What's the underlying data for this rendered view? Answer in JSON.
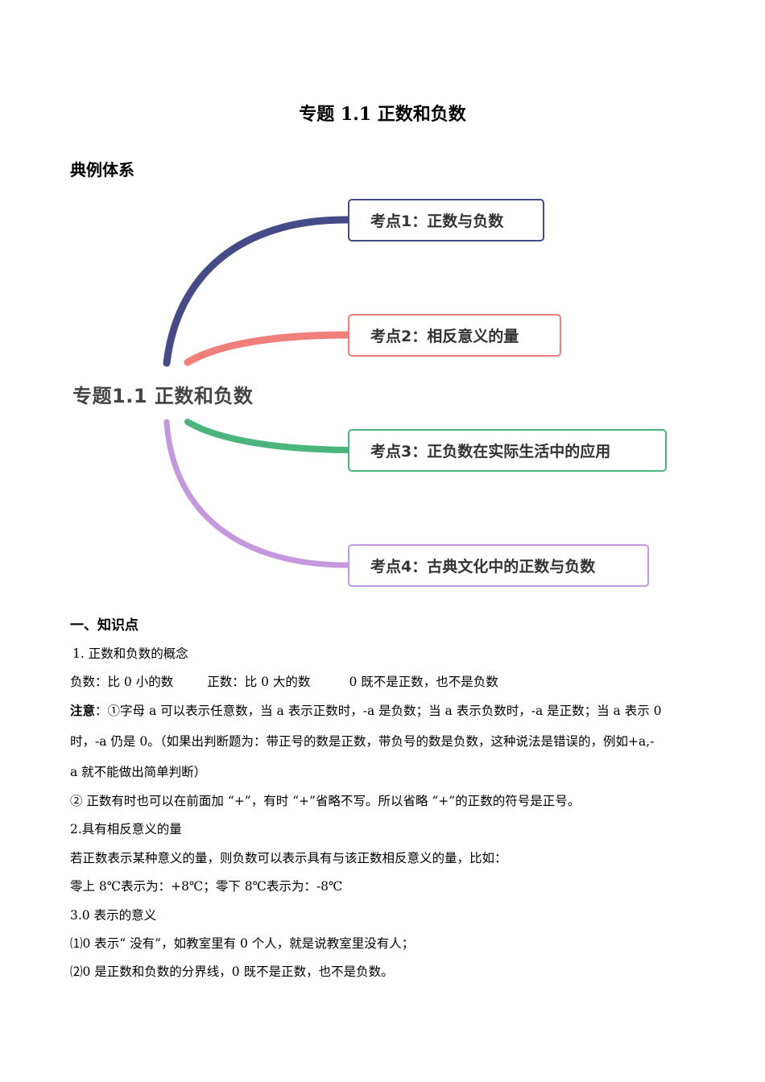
{
  "document": {
    "title": "专题 1.1 正数和负数",
    "section_heading": "典例体系"
  },
  "mindmap": {
    "root": "专题1.1 正数和负数",
    "nodes": [
      {
        "label": "考点1：正数与负数",
        "color": "#454b87"
      },
      {
        "label": "考点2：相反意义的量",
        "color": "#f07f7a"
      },
      {
        "label": "考点3：正负数在实际生活中的应用",
        "color": "#4cb57e"
      },
      {
        "label": "考点4：古典文化中的正数与负数",
        "color": "#c497de"
      }
    ]
  },
  "content": {
    "part_heading": "一、知识点",
    "item1_title": "1. 正数和负数的概念",
    "def_negative": "负数：比 0 小的数",
    "def_positive": "正数：比 0 大的数",
    "def_zero": "0 既不是正数，也不是负数",
    "note_label": "注意",
    "note_colon": "：",
    "note1_line1": "①字母 a 可以表示任意数，当 a 表示正数时，-a 是负数；当 a 表示负数时，-a 是正数；当 a 表示 0",
    "note1_line2": "时，-a 仍是 0。（如果出判断题为：带正号的数是正数，带负号的数是负数，这种说法是错误的，例如+a,-",
    "note1_line3": "a 就不能做出简单判断）",
    "note2": "② 正数有时也可以在前面加 “+”，有时 “+”省略不写。所以省略 “+”的正数的符号是正号。",
    "item2_title": "2.具有相反意义的量",
    "item2_desc": "若正数表示某种意义的量，则负数可以表示具有与该正数相反意义的量，比如：",
    "item2_example": "零上 8℃表示为：+8℃；零下 8℃表示为：-8℃",
    "item3_title": "3.0 表示的意义",
    "item3_point1": "⑴0 表示“  没有”，如教室里有 0 个人，就是说教室里没有人；",
    "item3_point2": "⑵0 是正数和负数的分界线，0 既不是正数，也不是负数。"
  }
}
